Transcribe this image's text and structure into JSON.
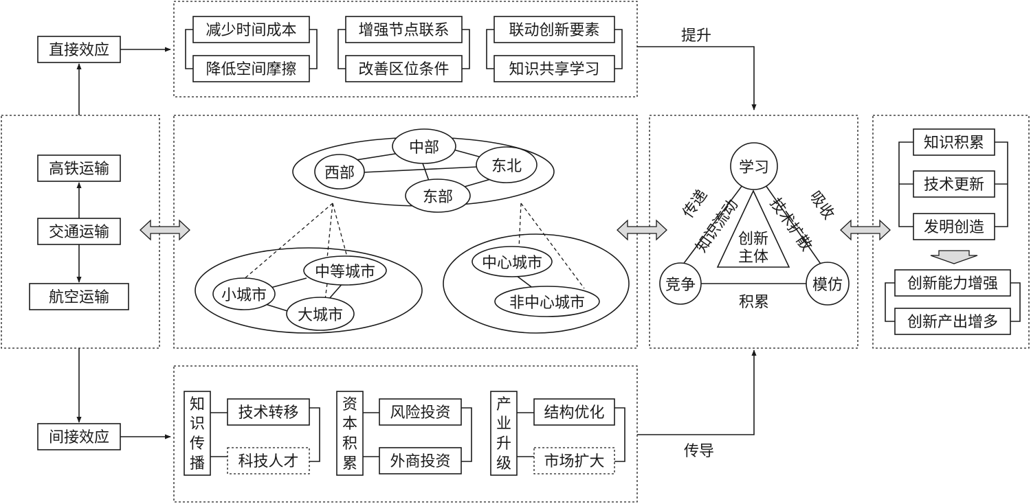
{
  "transport": {
    "direct_effect": "直接效应",
    "indirect_effect": "间接效应",
    "hsr": "高铁运输",
    "traffic": "交通运输",
    "air": "航空运输"
  },
  "direct_panel": {
    "g1": [
      "减少时间成本",
      "降低空间摩擦"
    ],
    "g2": [
      "增强节点联系",
      "改善区位条件"
    ],
    "g3": [
      "联动创新要素",
      "知识共享学习"
    ]
  },
  "network": {
    "regions": [
      "中部",
      "西部",
      "东北",
      "东部"
    ],
    "city_group1": [
      "中等城市",
      "小城市",
      "大城市"
    ],
    "city_group2": [
      "中心城市",
      "非中心城市"
    ]
  },
  "mechanism": {
    "learn": "学习",
    "compete": "竞争",
    "imitate": "模仿",
    "transmit": "传递",
    "absorb": "吸收",
    "accumulate": "积累",
    "knowledge_flow": "知识流动",
    "tech_diffusion": "技术扩散",
    "subject": [
      "创新",
      "主体"
    ]
  },
  "labels": {
    "promote": "提升",
    "conduct": "传导"
  },
  "outcome": {
    "items": [
      "知识积累",
      "技术更新",
      "发明创造"
    ],
    "results": [
      "创新能力增强",
      "创新产出增多"
    ]
  },
  "indirect_panel": {
    "cats": [
      [
        "知",
        "识",
        "传",
        "播"
      ],
      [
        "资",
        "本",
        "积",
        "累"
      ],
      [
        "产",
        "业",
        "升",
        "级"
      ]
    ],
    "g1": [
      "技术转移",
      "科技人才"
    ],
    "g2": [
      "风险投资",
      "外商投资"
    ],
    "g3": [
      "结构优化",
      "市场扩大"
    ]
  }
}
